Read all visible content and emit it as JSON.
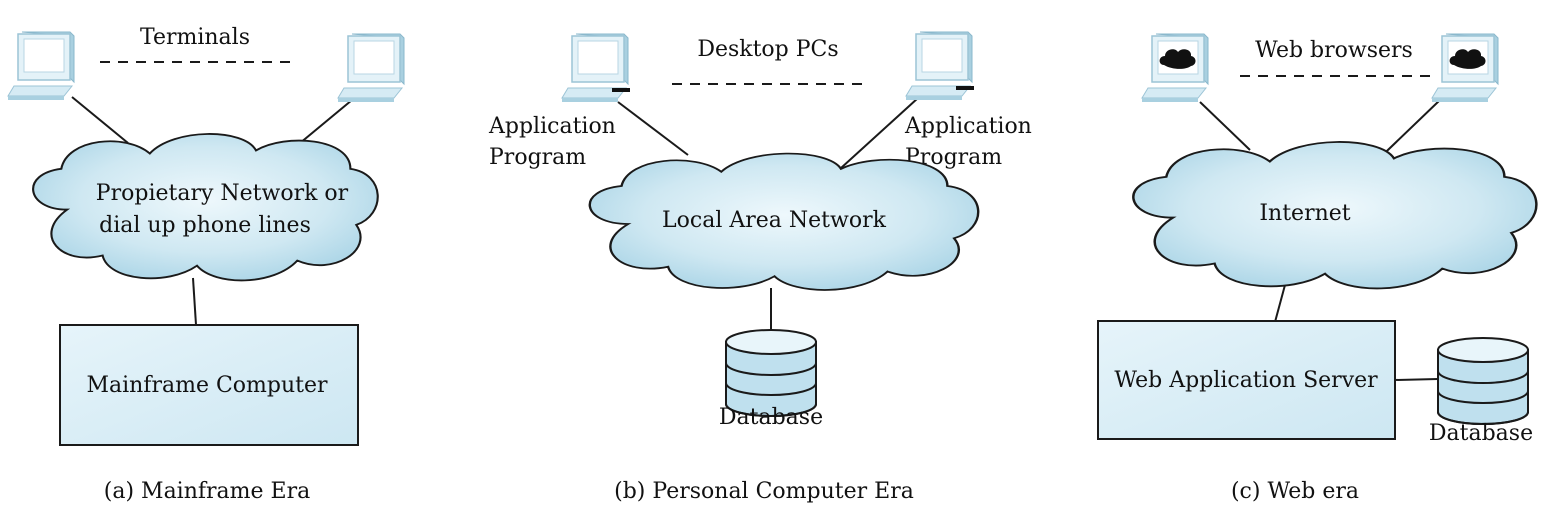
{
  "colors": {
    "cloud_fill": "#c9e6f1",
    "box_fill": "#d9eef6",
    "monitor_fill": "#e2f2f8",
    "line": "#1a1a1a"
  },
  "panels": [
    {
      "caption": "(a) Mainframe Era",
      "clients_label": "Terminals",
      "client_screen": "blank",
      "network_lines": [
        "Propietary Network or",
        "dial up phone lines"
      ],
      "server_label": "Mainframe Computer"
    },
    {
      "caption": "(b) Personal Computer Era",
      "clients_label": "Desktop PCs",
      "client_screen": "blank-with-slot",
      "client_app_lines": [
        "Application",
        "Program"
      ],
      "network_lines": [
        "Local Area Network"
      ],
      "database_label": "Database"
    },
    {
      "caption": "(c) Web era",
      "clients_label": "Web browsers",
      "client_screen": "cloud",
      "network_lines": [
        "Internet"
      ],
      "server_label": "Web Application Server",
      "database_label": "Database"
    }
  ]
}
